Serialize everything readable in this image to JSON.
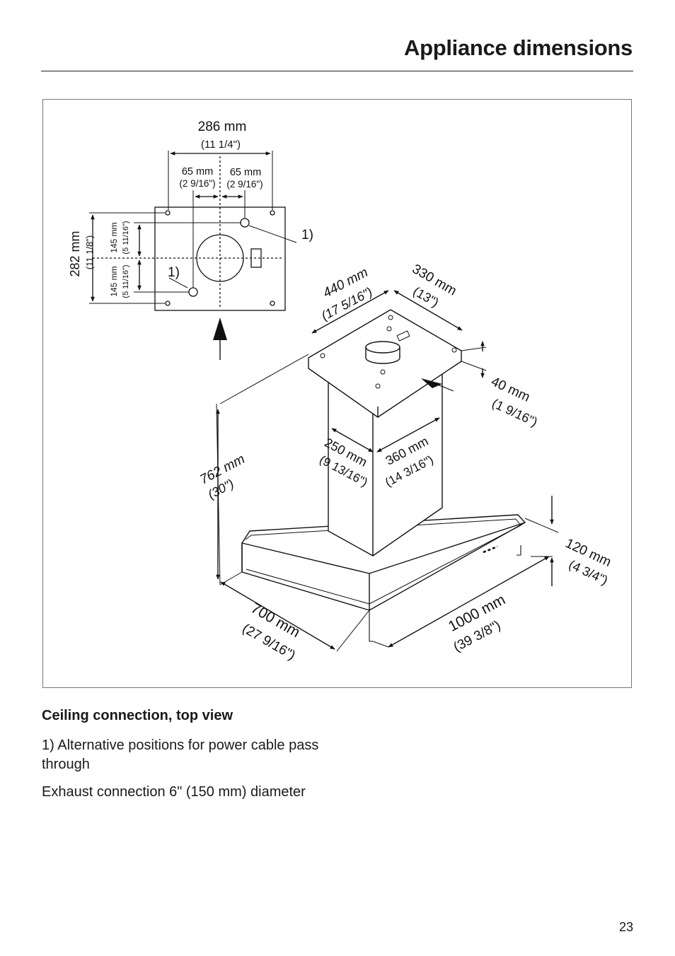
{
  "header": {
    "title": "Appliance dimensions"
  },
  "figure": {
    "top_view": {
      "width_mm": "286 mm",
      "width_in": "(11 1/4\")",
      "offset_left_mm": "65 mm",
      "offset_left_in": "(2 9/16\")",
      "offset_right_mm": "65 mm",
      "offset_right_in": "(2 9/16\")",
      "depth_mm": "282 mm",
      "depth_in": "(11 1/8\")",
      "half_top_mm": "145 mm",
      "half_top_in": "(5 11/16\")",
      "half_bottom_mm": "145 mm",
      "half_bottom_in": "(5 11/16\")",
      "callout_right": "1)",
      "callout_left": "1)"
    },
    "hood": {
      "plate_length_mm": "440 mm",
      "plate_length_in": "(17 5/16\")",
      "plate_width_mm": "330 mm",
      "plate_width_in": "(13\")",
      "plate_thickness_mm": "40 mm",
      "plate_thickness_in": "(1 9/16\")",
      "chimney_depth_mm": "250 mm",
      "chimney_depth_in": "(9 13/16\")",
      "chimney_width_mm": "360 mm",
      "chimney_width_in": "(14 3/16\")",
      "chimney_height_mm": "762 mm",
      "chimney_height_in": "(30\")",
      "canopy_height_mm": "120 mm",
      "canopy_height_in": "(4 3/4\")",
      "canopy_depth_mm": "700 mm",
      "canopy_depth_in": "(27 9/16\")",
      "canopy_width_mm": "1000 mm",
      "canopy_width_in": "(39 3/8\")"
    }
  },
  "captions": {
    "heading": "Ceiling connection, top view",
    "note_1": "1) Alternative positions for power cable pass through",
    "note_2": "Exhaust connection 6\" (150 mm) diameter"
  },
  "footer": {
    "page_number": "23"
  }
}
